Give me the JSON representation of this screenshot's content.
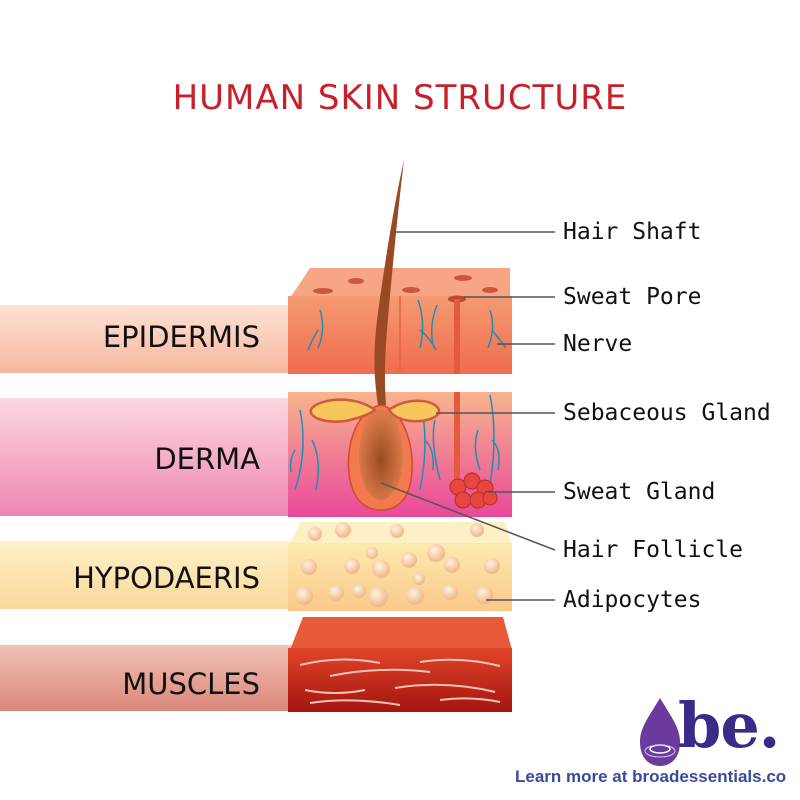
{
  "title": "HUMAN SKIN STRUCTURE",
  "layers": [
    {
      "label": "EPIDERMIS"
    },
    {
      "label": "DERMA"
    },
    {
      "label": "HYPODAERIS"
    },
    {
      "label": "MUSCLES"
    }
  ],
  "callouts": [
    {
      "label": "Hair Shaft"
    },
    {
      "label": "Sweat Pore"
    },
    {
      "label": "Nerve"
    },
    {
      "label": "Sebaceous Gland"
    },
    {
      "label": "Sweat Gland"
    },
    {
      "label": "Hair Follicle"
    },
    {
      "label": "Adipocytes"
    }
  ],
  "brand": {
    "logo_text": "be.",
    "footer": "Learn more at broadessentials.co"
  },
  "colors": {
    "title": "#c8202a",
    "epidermis": "#f28c63",
    "derma": "#ec6fa6",
    "hypodermis": "#fbe3a0",
    "muscle": "#c8281c",
    "brand": "#3b4a9a"
  }
}
